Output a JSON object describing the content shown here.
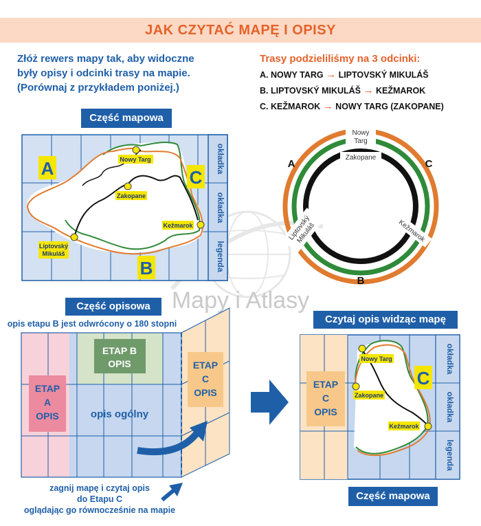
{
  "header": {
    "title": "JAK CZYTAĆ MAPĘ I OPISY"
  },
  "intro": {
    "lines": [
      "Złóż rewers mapy tak, aby widoczne",
      "były opisy i odcinki trasy na mapie.",
      "(Porównaj z przykładem poniżej.)"
    ]
  },
  "routes": {
    "title": "Trasy podzieliliśmy na 3 odcinki:",
    "items": [
      {
        "prefix": "A. NOWY TARG",
        "arrow": "→",
        "suffix": "LIPTOVSKÝ MIKULÁŠ"
      },
      {
        "prefix": "B. LIPTOVSKÝ MIKULÁŠ",
        "arrow": "→",
        "suffix": "KEŽMAROK"
      },
      {
        "prefix": "C. KEŽMAROK",
        "arrow": "→",
        "suffix": "NOWY TARG (ZAKOPANE)"
      }
    ]
  },
  "map_top": {
    "title": "Część mapowa",
    "labels": {
      "a": "A",
      "b": "B",
      "c": "C"
    },
    "towns": {
      "nowy_targ": "Nowy Targ",
      "zakopane": "Zakopane",
      "kezmarok": "Kežmarok",
      "liptovsky_1": "Liptovský",
      "liptovsky_2": "Mikuláš"
    },
    "side": {
      "okladka1": "okładka",
      "okladka2": "okładka",
      "legenda": "legenda"
    }
  },
  "ring": {
    "labels": {
      "a": "A",
      "b": "B",
      "c": "C"
    },
    "nowy_targ_1": "Nowy",
    "nowy_targ_2": "Targ",
    "zakopane": "Zakopane",
    "liptovsky_1": "Liptovský",
    "liptovsky_2": "Mikuláš",
    "kezmarok": "Kežmarok"
  },
  "watermark": "Mapy i Atlasy",
  "desc": {
    "title": "Część opisowa",
    "note": "opis etapu B jest odwrócony o 180 stopni",
    "etap_b_1": "ETAP B",
    "etap_b_2": "OPIS",
    "etap_a_1": "ETAP",
    "etap_a_2": "A",
    "etap_a_3": "OPIS",
    "etap_c_1": "ETAP",
    "etap_c_2": "C",
    "etap_c_3": "OPIS",
    "general": "opis ogólny",
    "fold_1": "zagnij mapę i czytaj opis",
    "fold_2": "do Etapu C",
    "fold_3": "oglądając go równocześnie na mapie"
  },
  "read": {
    "title": "Czytaj opis widząc mapę",
    "etap_1": "ETAP",
    "etap_2": "C",
    "etap_3": "OPIS",
    "towns": {
      "nowy_targ": "Nowy Targ",
      "zakopane": "Zakopane",
      "kezmarok": "Kežmarok"
    },
    "label_c": "C",
    "side": {
      "okladka1": "okładka",
      "okladka2": "okładka",
      "legenda": "legenda"
    },
    "bottom_title": "Część mapowa"
  },
  "colors": {
    "blue": "#1f5fa8",
    "orange": "#e5622a",
    "green": "#2f8a3a",
    "yellow": "#f5e600",
    "header_bg": "#fbd9c4"
  }
}
